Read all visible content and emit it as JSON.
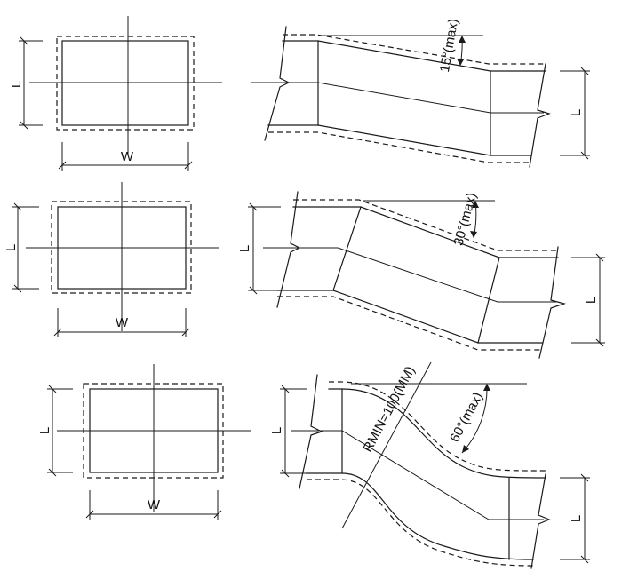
{
  "labels": {
    "length": "L",
    "width": "W"
  },
  "offsets": {
    "row1": "15°(max)",
    "row2": "30°(max)",
    "row3": "60°(max)",
    "radius": "RMIN=100(MM)"
  }
}
